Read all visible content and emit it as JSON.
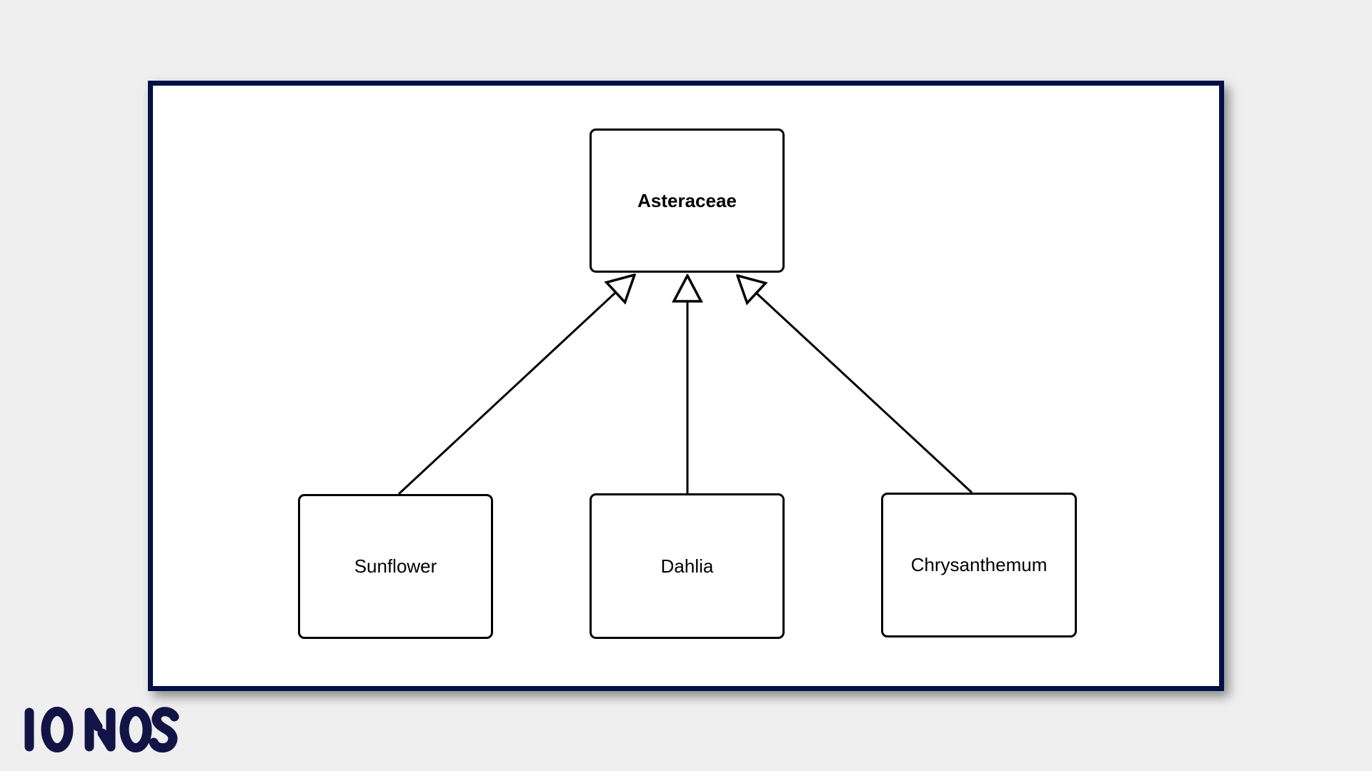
{
  "page": {
    "background_color": "#efefef"
  },
  "frame": {
    "border_color": "#031048",
    "background_color": "#ffffff"
  },
  "diagram": {
    "type": "hierarchy",
    "notation": "uml-generalization",
    "parent": {
      "label": "Asteraceae"
    },
    "children": [
      {
        "label": "Sunflower"
      },
      {
        "label": "Dahlia"
      },
      {
        "label": "Chrysanthemum"
      }
    ],
    "edges": [
      {
        "from": "Sunflower",
        "to": "Asteraceae",
        "arrowhead": "hollow-triangle"
      },
      {
        "from": "Dahlia",
        "to": "Asteraceae",
        "arrowhead": "hollow-triangle"
      },
      {
        "from": "Chrysanthemum",
        "to": "Asteraceae",
        "arrowhead": "hollow-triangle"
      }
    ],
    "node_border_color": "#000000",
    "node_fill_color": "#ffffff",
    "edge_color": "#000000"
  },
  "logo": {
    "text": "IONOS",
    "color": "#111445"
  }
}
